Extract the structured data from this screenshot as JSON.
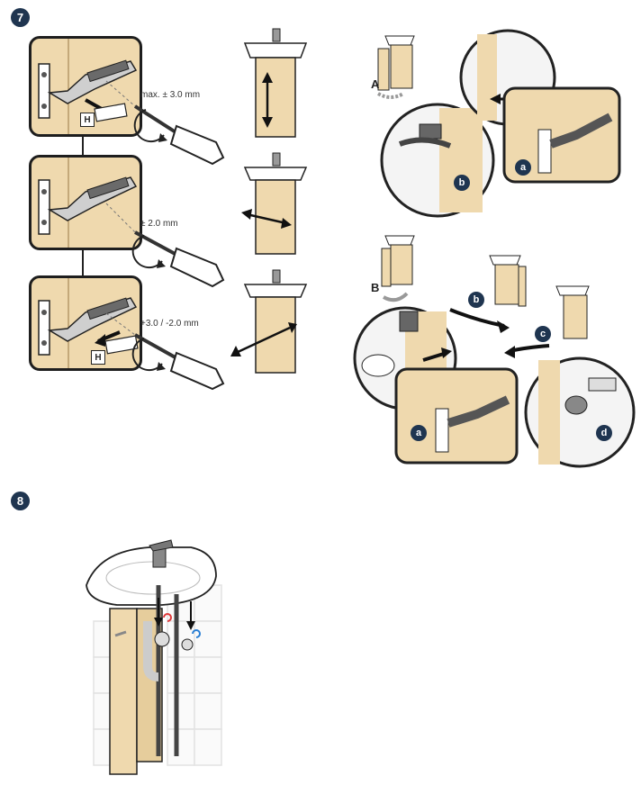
{
  "step7": {
    "number": "7",
    "hinge_panels": [
      {
        "adjustment": "max. ± 3.0 mm",
        "tag": "H"
      },
      {
        "adjustment": "± 2.0 mm",
        "tag": ""
      },
      {
        "adjustment": "+3.0 / -2.0 mm",
        "tag": "H"
      }
    ],
    "removal_sequence": {
      "arrow_label": "A",
      "details": [
        "b",
        "a"
      ]
    },
    "install_sequence": {
      "arrow_label": "B",
      "details": [
        "b",
        "c",
        "a",
        "d"
      ]
    }
  },
  "step8": {
    "number": "8"
  },
  "colors": {
    "wood": "#efd9ae",
    "badge": "#1f3550",
    "outline": "#1e1e1e",
    "hot": "#e03a3a",
    "cold": "#2a7fd4"
  }
}
